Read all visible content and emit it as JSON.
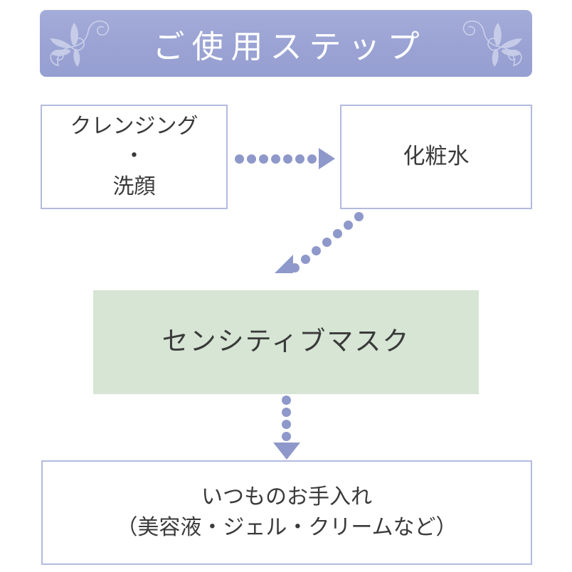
{
  "banner": {
    "title": "ご使用ステップ",
    "background_color": "#9aa3d3",
    "text_color": "#ffffff",
    "ornament_left": "floral-flourish-ornament",
    "ornament_right": "floral-flourish-ornament"
  },
  "colors": {
    "accent": "#8e98ca",
    "box_border": "#b2bade",
    "mask_fill": "#d6e5d4",
    "text": "#3a3a3a",
    "page_background": "#ffffff"
  },
  "steps": [
    {
      "id": "cleansing",
      "lines": [
        "クレンジング",
        "・",
        "洗顔"
      ],
      "style": "outlined"
    },
    {
      "id": "lotion",
      "lines": [
        "化粧水"
      ],
      "style": "outlined"
    },
    {
      "id": "mask",
      "lines": [
        "センシティブマスク"
      ],
      "style": "filled-green"
    },
    {
      "id": "routine",
      "lines": [
        "いつものお手入れ",
        "（美容液・ジェル・クリームなど）"
      ],
      "style": "outlined"
    }
  ],
  "arrows": [
    {
      "id": "cleansing-to-lotion",
      "direction": "right",
      "dots": 8
    },
    {
      "id": "lotion-to-mask",
      "direction": "down-left",
      "dots": 7
    },
    {
      "id": "mask-to-routine",
      "direction": "down",
      "dots": 5
    }
  ]
}
